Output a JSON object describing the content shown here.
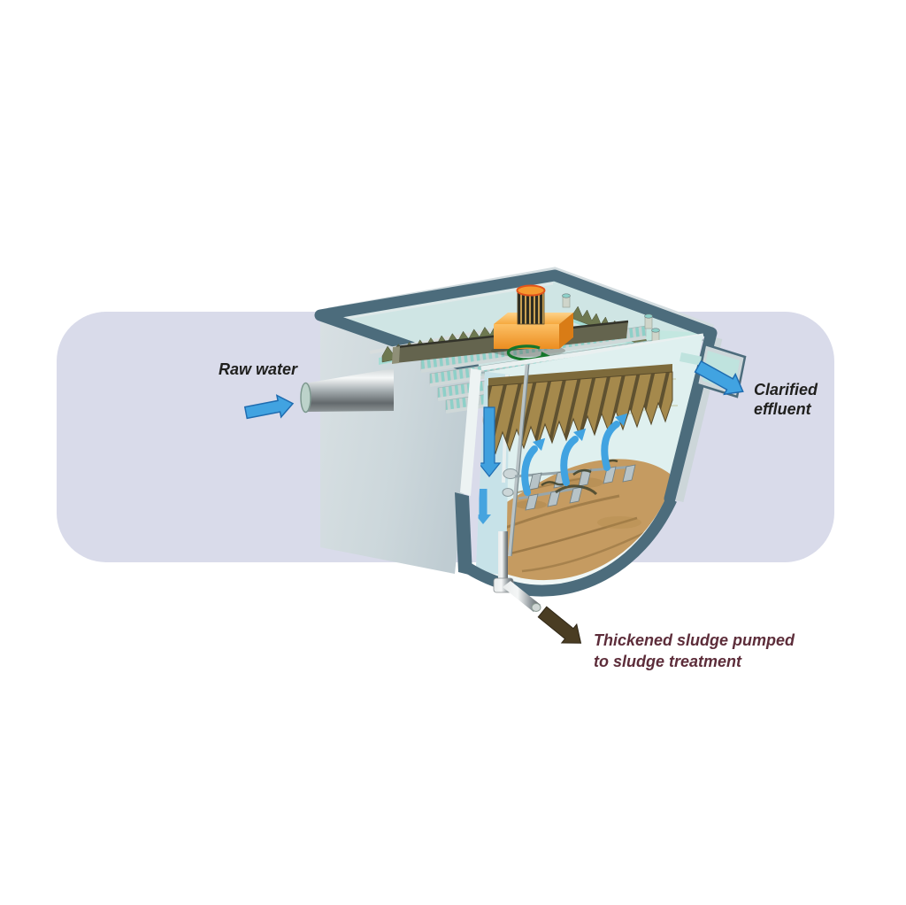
{
  "labels": {
    "raw_water": "Raw water",
    "clarified_effluent": {
      "line1": "Clarified",
      "line2": "effluent"
    },
    "thickened_sludge": {
      "line1": "Thickened sludge pumped",
      "line2": "to sludge treatment"
    }
  },
  "icons": {
    "raw-water-arrow": "→",
    "clarified-effluent-arrow": "↘",
    "sludge-arrow": "↘",
    "inlet-downflow-arrow": "↓",
    "upflow-arrow": "↺",
    "rotation-arrow": "↻"
  },
  "colors": {
    "background": "#ffffff",
    "band": "#d9dbea",
    "tank_rim": "#4c6c7c",
    "tank_wall": "#cfd9dd",
    "water_surface": "#cfe5e4",
    "interior_water": "#dff0ef",
    "lamella_plates": "#a5894c",
    "sludge": "#c59b61",
    "motor_orange": "#f2a238",
    "walkway": "#64644e",
    "flow_arrow_blue": "#41a3e1",
    "rotation_arrow_green": "#15772b",
    "sludge_arrow_brown": "#4a3d23",
    "label_text": "#1f1f1d",
    "sludge_label_text": "#5d2d3a"
  }
}
